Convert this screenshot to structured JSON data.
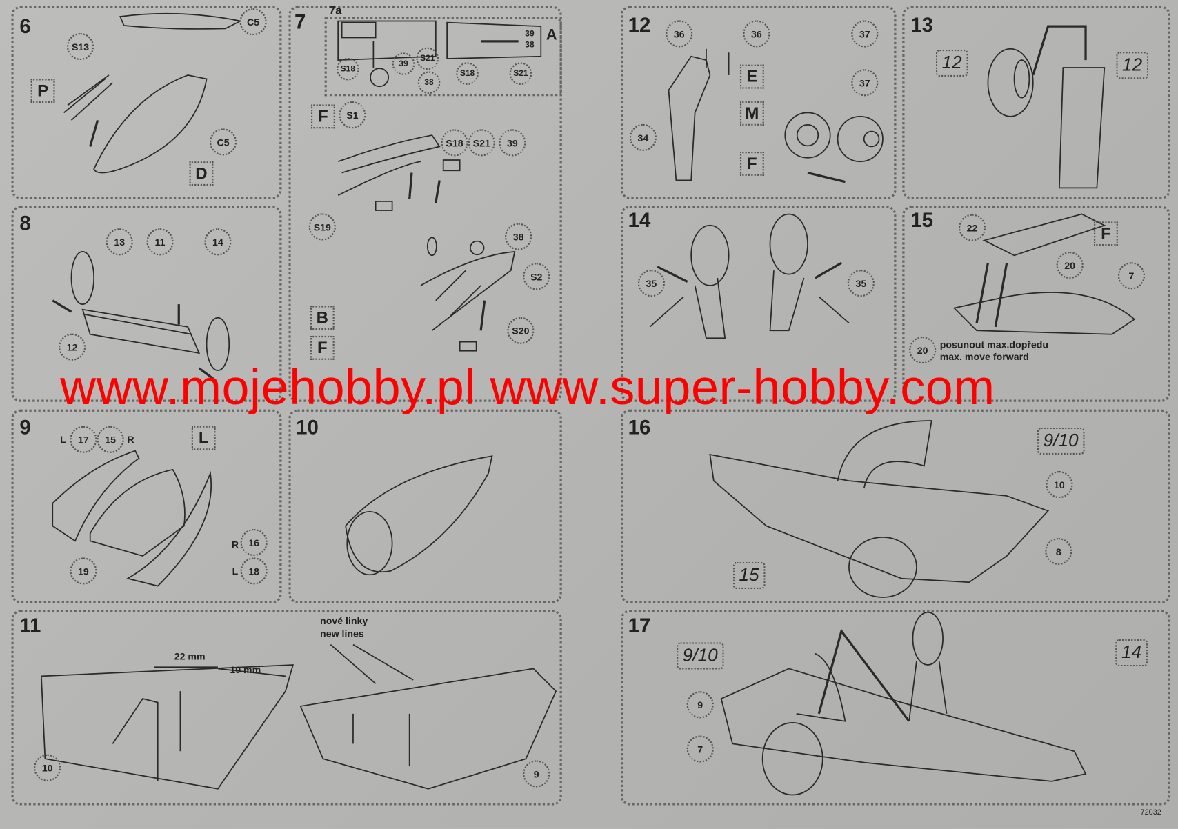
{
  "panels": {
    "p6": {
      "step": "6",
      "callouts": [
        "C5",
        "S13",
        "P",
        "C5",
        "D"
      ]
    },
    "p7": {
      "step": "7",
      "sub": "7a",
      "a": "A",
      "callouts": [
        "39",
        "38",
        "S18",
        "39",
        "S21",
        "38",
        "S18",
        "S21",
        "F",
        "S1",
        "S18",
        "S21",
        "39",
        "S19",
        "38",
        "S2",
        "B",
        "S20",
        "F"
      ]
    },
    "p8": {
      "step": "8",
      "callouts": [
        "13",
        "11",
        "14",
        "12"
      ]
    },
    "p9": {
      "step": "9",
      "callouts": [
        "L",
        "17",
        "15",
        "R",
        "L",
        "R",
        "16",
        "L",
        "18",
        "19"
      ]
    },
    "p10": {
      "step": "10"
    },
    "p11": {
      "step": "11",
      "dim1": "22 mm",
      "dim2": "19 mm",
      "note_cz": "nové linky",
      "note_en": "new lines",
      "callouts": [
        "10",
        "9"
      ]
    },
    "p12": {
      "step": "12",
      "callouts": [
        "36",
        "36",
        "37",
        "E",
        "37",
        "M",
        "34",
        "F"
      ]
    },
    "p13": {
      "step": "13",
      "callouts": [
        "12",
        "12"
      ]
    },
    "p14": {
      "step": "14",
      "callouts": [
        "35",
        "35"
      ]
    },
    "p15": {
      "step": "15",
      "callouts": [
        "22",
        "F",
        "20",
        "7",
        "20"
      ],
      "note_cz": "posunout max.dopředu",
      "note_en": "max. move forward"
    },
    "p16": {
      "step": "16",
      "callouts": [
        "9/10",
        "10",
        "8",
        "15"
      ]
    },
    "p17": {
      "step": "17",
      "callouts": [
        "9/10",
        "14",
        "9",
        "7"
      ]
    }
  },
  "watermark": "www.mojehobby.pl www.super-hobby.com",
  "code": "72032"
}
